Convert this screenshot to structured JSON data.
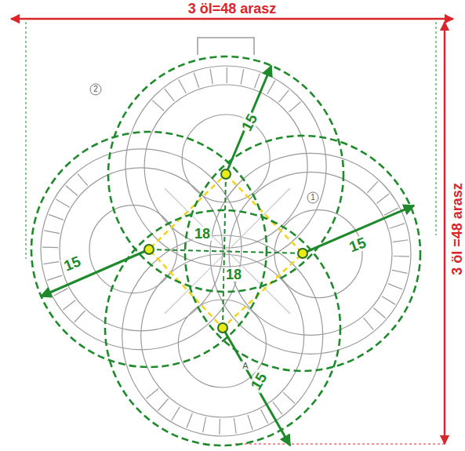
{
  "diagram": {
    "nodes": [
      {
        "text": [
          "2"
        ]
      },
      {
        "text": [
          "1"
        ]
      }
    ],
    "labels": [
      "3 öl=48 arasz",
      "3 öl =48 arasz",
      "15",
      "15",
      "15",
      "15",
      "18",
      "18",
      "A"
    ]
  }
}
